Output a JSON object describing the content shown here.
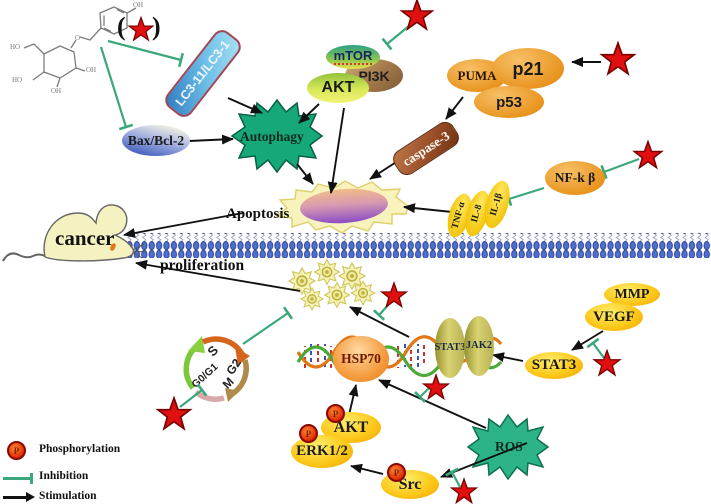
{
  "colors": {
    "inhibition_green": "#3aa87a",
    "stimulation_black": "#111111",
    "star_red": "#e01010",
    "membrane_blue": "#4f6fd0",
    "autophagy_green": "#17a87a",
    "ros_green": "#2cb488",
    "node_orange": "#e8941e",
    "node_yellow": "#fbc515"
  },
  "compound_marker": {
    "open": "(",
    "close": ")"
  },
  "molecule": {
    "atoms": [
      "OH",
      "O",
      "HO",
      "OH",
      "OH",
      "HO"
    ]
  },
  "nodes": {
    "lc3": "LC3-11/LC3-1",
    "bax": "Bax/Bcl-2",
    "mtor": "mTOR",
    "pi3k": "PI3K",
    "akt_top": "AKT",
    "puma": "PUMA",
    "p21": "p21",
    "p53": "p53",
    "autophagy": "Autophagy",
    "caspase3": "caspase-3",
    "nfkb": "NF-k β",
    "tnfa": "TNF-α",
    "il8": "IL-8",
    "il1b": "IL-1β",
    "mmp": "MMP",
    "vegf": "VEGF",
    "stat3": "STAT3",
    "stat3_complex": "STAT3",
    "jak2": "JAK2",
    "hsp70": "HSP70",
    "akt": "AKT",
    "erk12": "ERK1/2",
    "src": "Src",
    "ros": "ROS"
  },
  "texts": {
    "apoptosis": "Apoptosis",
    "proliferation": "proliferation",
    "cancer": "cancer"
  },
  "cell_cycle": {
    "phases": [
      "S",
      "G2",
      "M",
      "G0/G1"
    ]
  },
  "phospho": {
    "label": "P"
  },
  "legend": {
    "phosphorylation": "Phosphorylation",
    "inhibition": "Inhibition",
    "stimulation": "Stimulation"
  }
}
